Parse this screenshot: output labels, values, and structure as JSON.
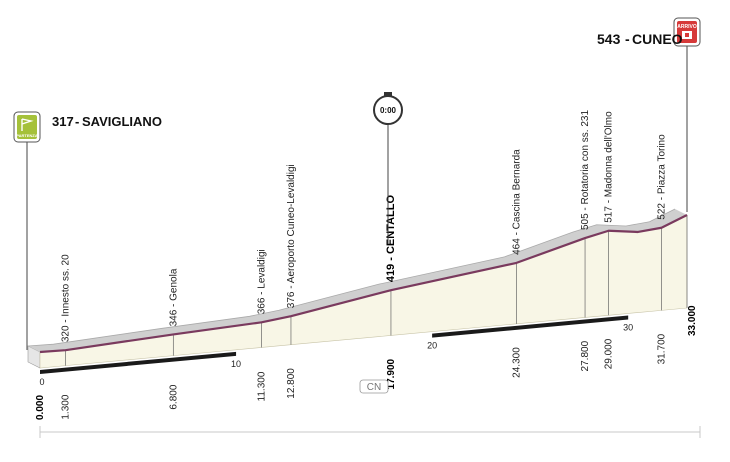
{
  "start": {
    "elevation": "317",
    "name": "SAVIGLIANO",
    "badge": "PARTENZA",
    "color": "#a5c13a"
  },
  "finish": {
    "elevation": "543",
    "name": "CUNEO",
    "badge": "ARRIVO",
    "color": "#d63a3a"
  },
  "timecheck": {
    "label": "0:00"
  },
  "waypoints": [
    {
      "label": "320 - Innesto ss. 20",
      "km": "1.300",
      "x_km": 1.3,
      "elev": 320,
      "bold": false
    },
    {
      "label": "346 - Genola",
      "km": "6.800",
      "x_km": 6.8,
      "elev": 346,
      "bold": false
    },
    {
      "label": "366 - Levaldigi",
      "km": "11.300",
      "x_km": 11.3,
      "elev": 366,
      "bold": false
    },
    {
      "label": "376 - Aeroporto Cuneo-Levaldigi",
      "km": "12.800",
      "x_km": 12.8,
      "elev": 376,
      "bold": false
    },
    {
      "label": "419 - CENTALLO",
      "km": "17.900",
      "x_km": 17.9,
      "elev": 419,
      "bold": true
    },
    {
      "label": "464 - Cascina Bernarda",
      "km": "24.300",
      "x_km": 24.3,
      "elev": 464,
      "bold": false
    },
    {
      "label": "505 - Rotatoria con ss. 231",
      "km": "27.800",
      "x_km": 27.8,
      "elev": 505,
      "bold": false
    },
    {
      "label": "517 - Madonna dell'Olmo",
      "km": "29.000",
      "x_km": 29.0,
      "elev": 517,
      "bold": false
    },
    {
      "label": "522 - Piazza Torino",
      "km": "31.700",
      "x_km": 31.7,
      "elev": 522,
      "bold": false
    }
  ],
  "start_km": "0.000",
  "end_km": "33.000",
  "scale_ticks": [
    "0",
    "10",
    "20",
    "30"
  ],
  "route_label": "CN",
  "chart_data": {
    "type": "area",
    "x": [
      0,
      1.3,
      6.8,
      11.3,
      12.8,
      17.9,
      24.3,
      27.8,
      29.0,
      30.5,
      31.7,
      33.0
    ],
    "values": [
      317,
      320,
      346,
      366,
      376,
      419,
      464,
      505,
      517,
      515,
      522,
      543
    ],
    "xlabel": "",
    "ylabel": "",
    "xlim": [
      0,
      33
    ],
    "ylim": [
      300,
      560
    ],
    "colors": {
      "profile_line": "#7a3a5e",
      "fill": "#f8f6e6",
      "side": "#d9d9d9",
      "road": "#1a1a1a"
    }
  }
}
